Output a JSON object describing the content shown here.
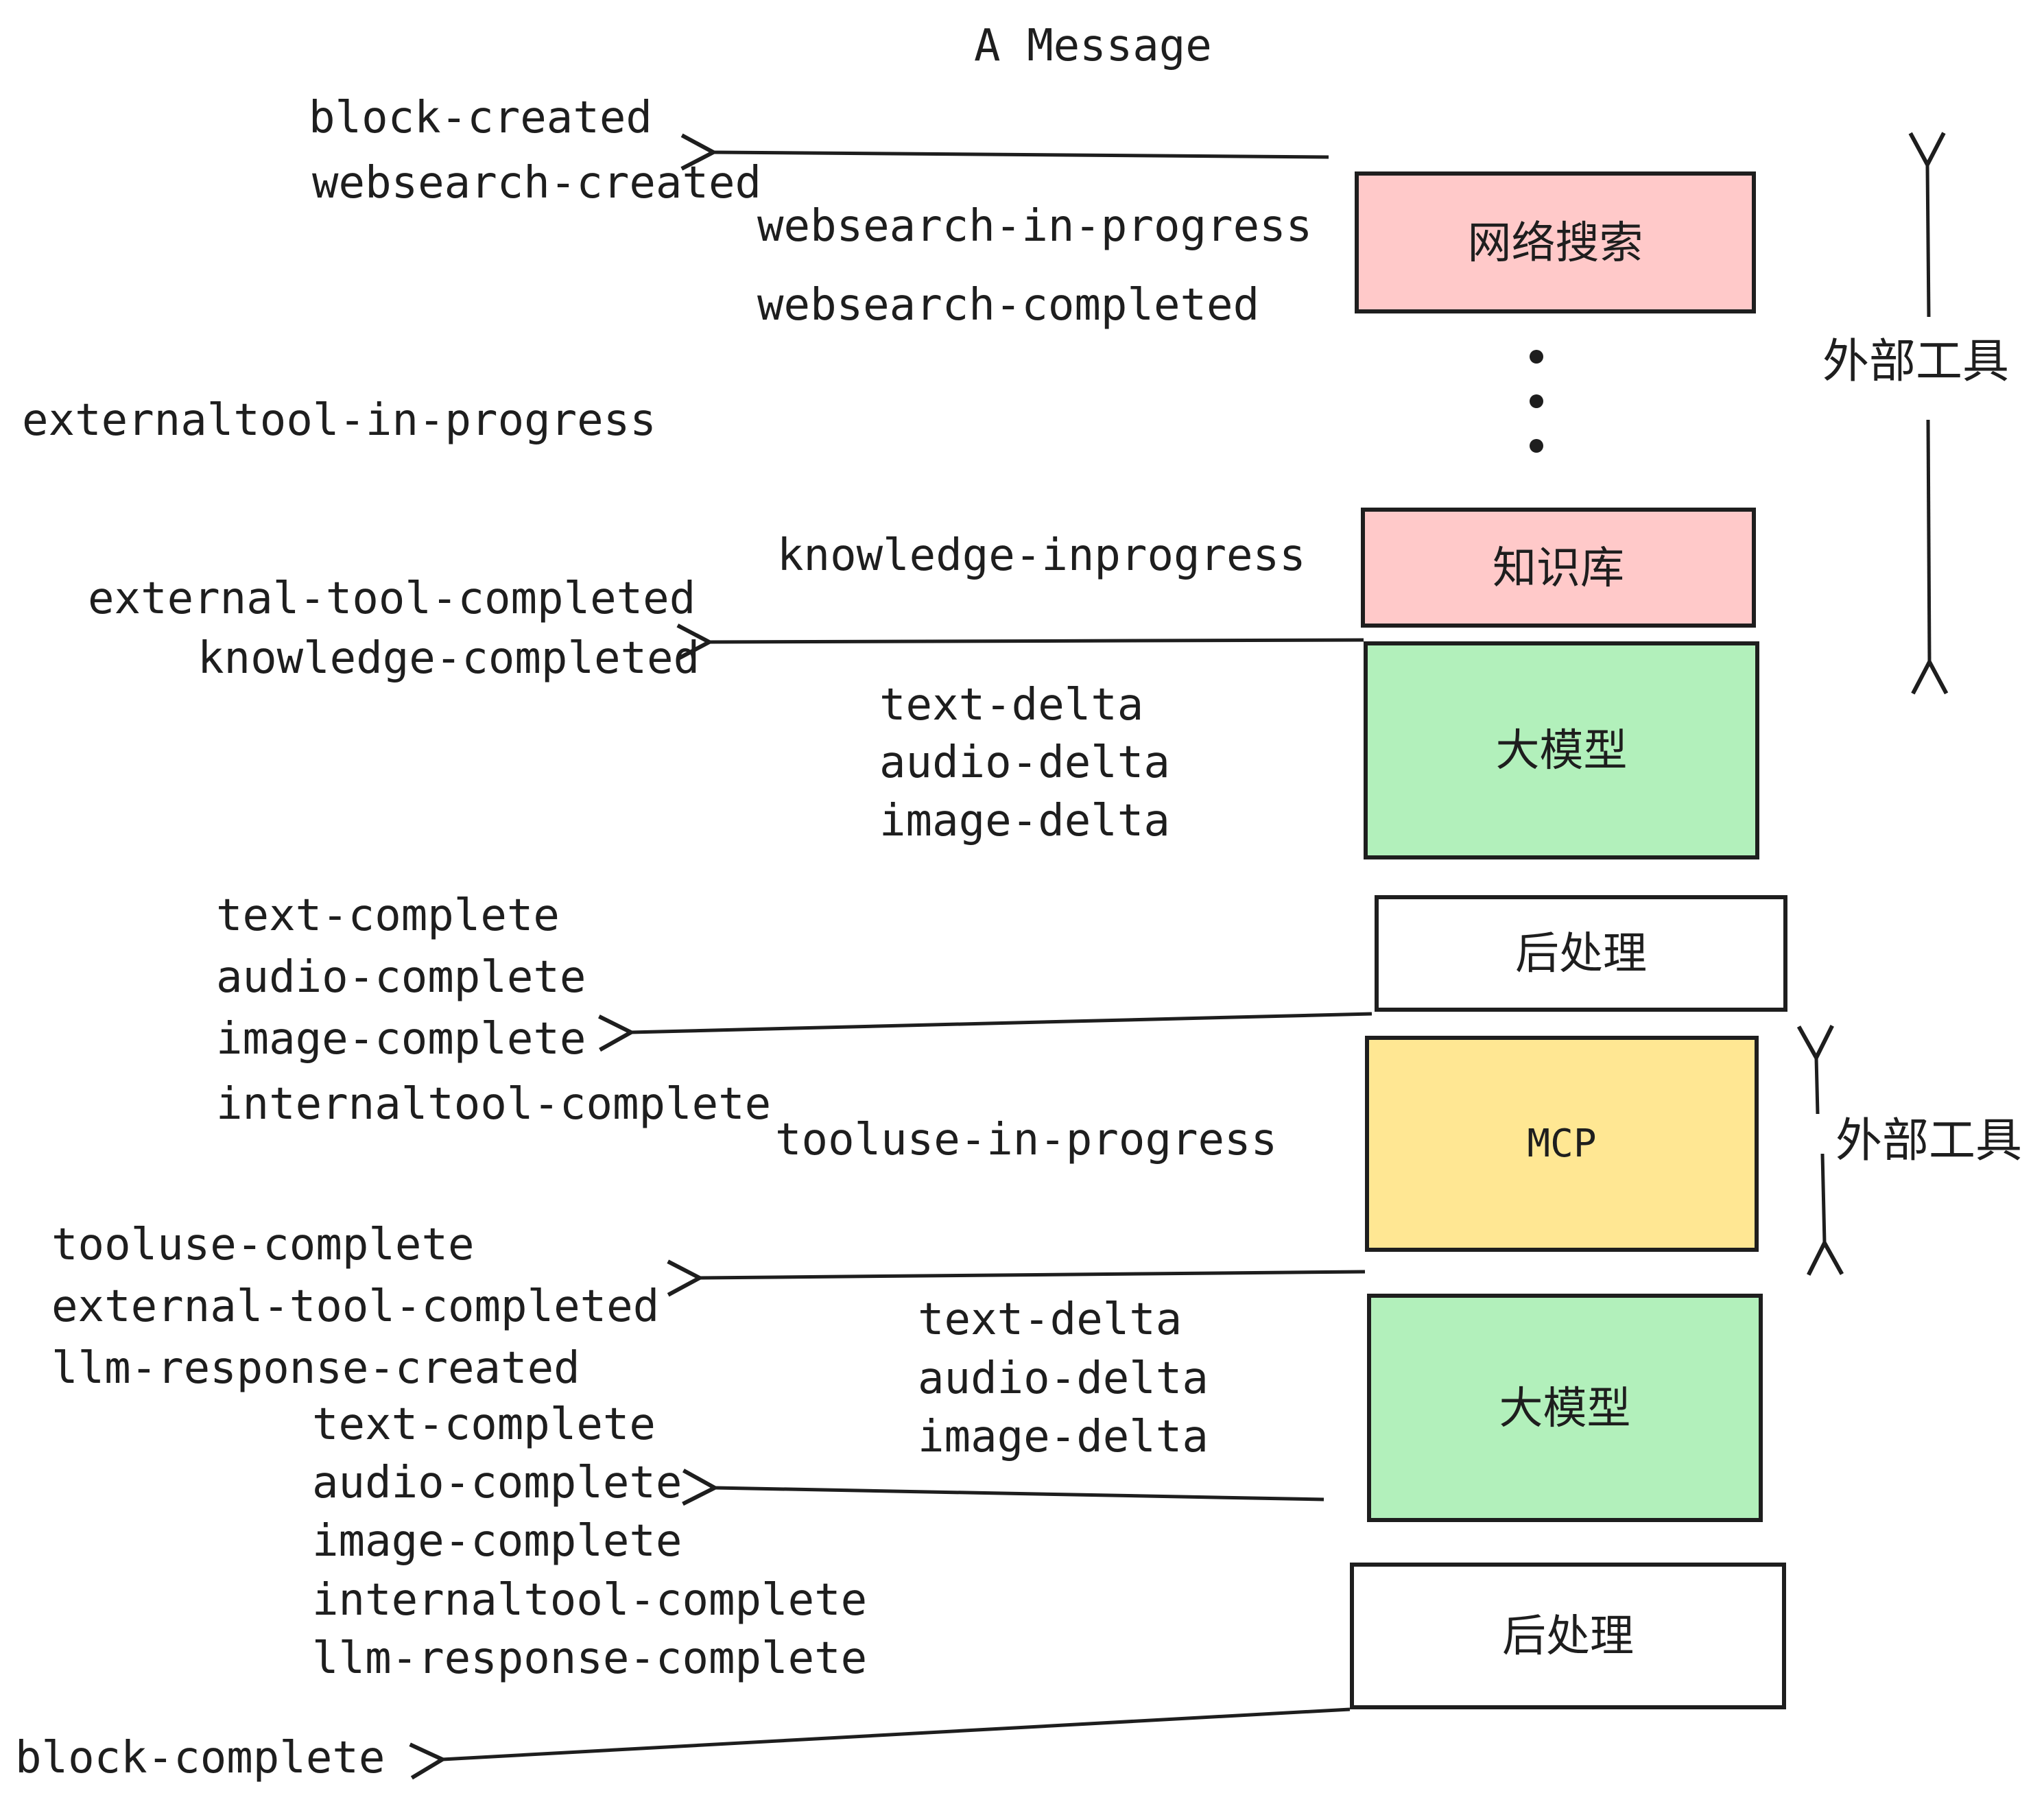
{
  "diagram": {
    "title": "A Message",
    "boxes": {
      "websearch": {
        "label": "网络搜索",
        "fill": "#ffc9c9"
      },
      "knowledge": {
        "label": "知识库",
        "fill": "#ffc9c9"
      },
      "llm1": {
        "label": "大模型",
        "fill": "#b2f0bb"
      },
      "post1": {
        "label": "后处理",
        "fill": "#ffffff"
      },
      "mcp": {
        "label": "MCP",
        "fill": "#ffe793"
      },
      "llm2": {
        "label": "大模型",
        "fill": "#b2f0bb"
      },
      "post2": {
        "label": "后处理",
        "fill": "#ffffff"
      }
    },
    "side_labels": {
      "external_tools_top": "外部工具",
      "external_tools_bottom": "外部工具"
    },
    "events": {
      "block_created": "block-created",
      "websearch_created": "websearch-created",
      "websearch_in_progress": "websearch-in-progress",
      "websearch_completed": "websearch-completed",
      "externaltool_in_progress": "externaltool-in-progress",
      "knowledge_inprogress": "knowledge-inprogress",
      "external_tool_completed": "external-tool-completed",
      "knowledge_completed": "knowledge-completed",
      "text_delta": "text-delta",
      "audio_delta": "audio-delta",
      "image_delta": "image-delta",
      "text_complete": "text-complete",
      "audio_complete": "audio-complete",
      "image_complete": "image-complete",
      "internaltool_complete": "internaltool-complete",
      "tooluse_in_progress": "tooluse-in-progress",
      "tooluse_complete": "tooluse-complete",
      "llm_response_created": "llm-response-created",
      "llm_response_complete": "llm-response-complete",
      "block_complete": "block-complete"
    },
    "stroke_color": "#1e1e1e"
  }
}
